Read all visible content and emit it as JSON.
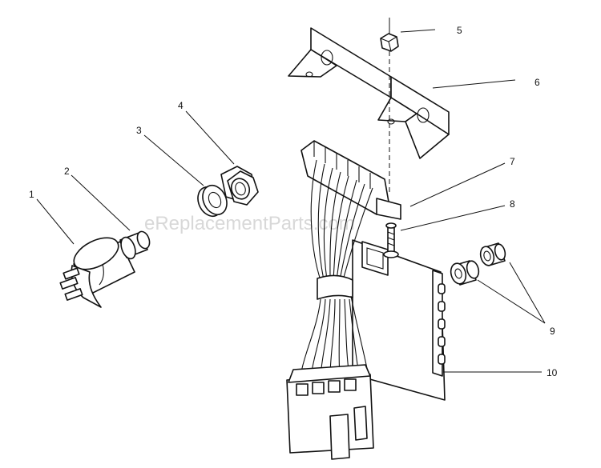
{
  "watermark": "eReplacementParts.com",
  "callouts": [
    {
      "id": "1",
      "text": "1"
    },
    {
      "id": "2",
      "text": "2"
    },
    {
      "id": "3",
      "text": "3"
    },
    {
      "id": "4",
      "text": "4"
    },
    {
      "id": "5",
      "text": "5"
    },
    {
      "id": "6",
      "text": "6"
    },
    {
      "id": "7",
      "text": "7"
    },
    {
      "id": "8",
      "text": "8"
    },
    {
      "id": "9",
      "text": "9"
    },
    {
      "id": "10",
      "text": "10"
    }
  ]
}
